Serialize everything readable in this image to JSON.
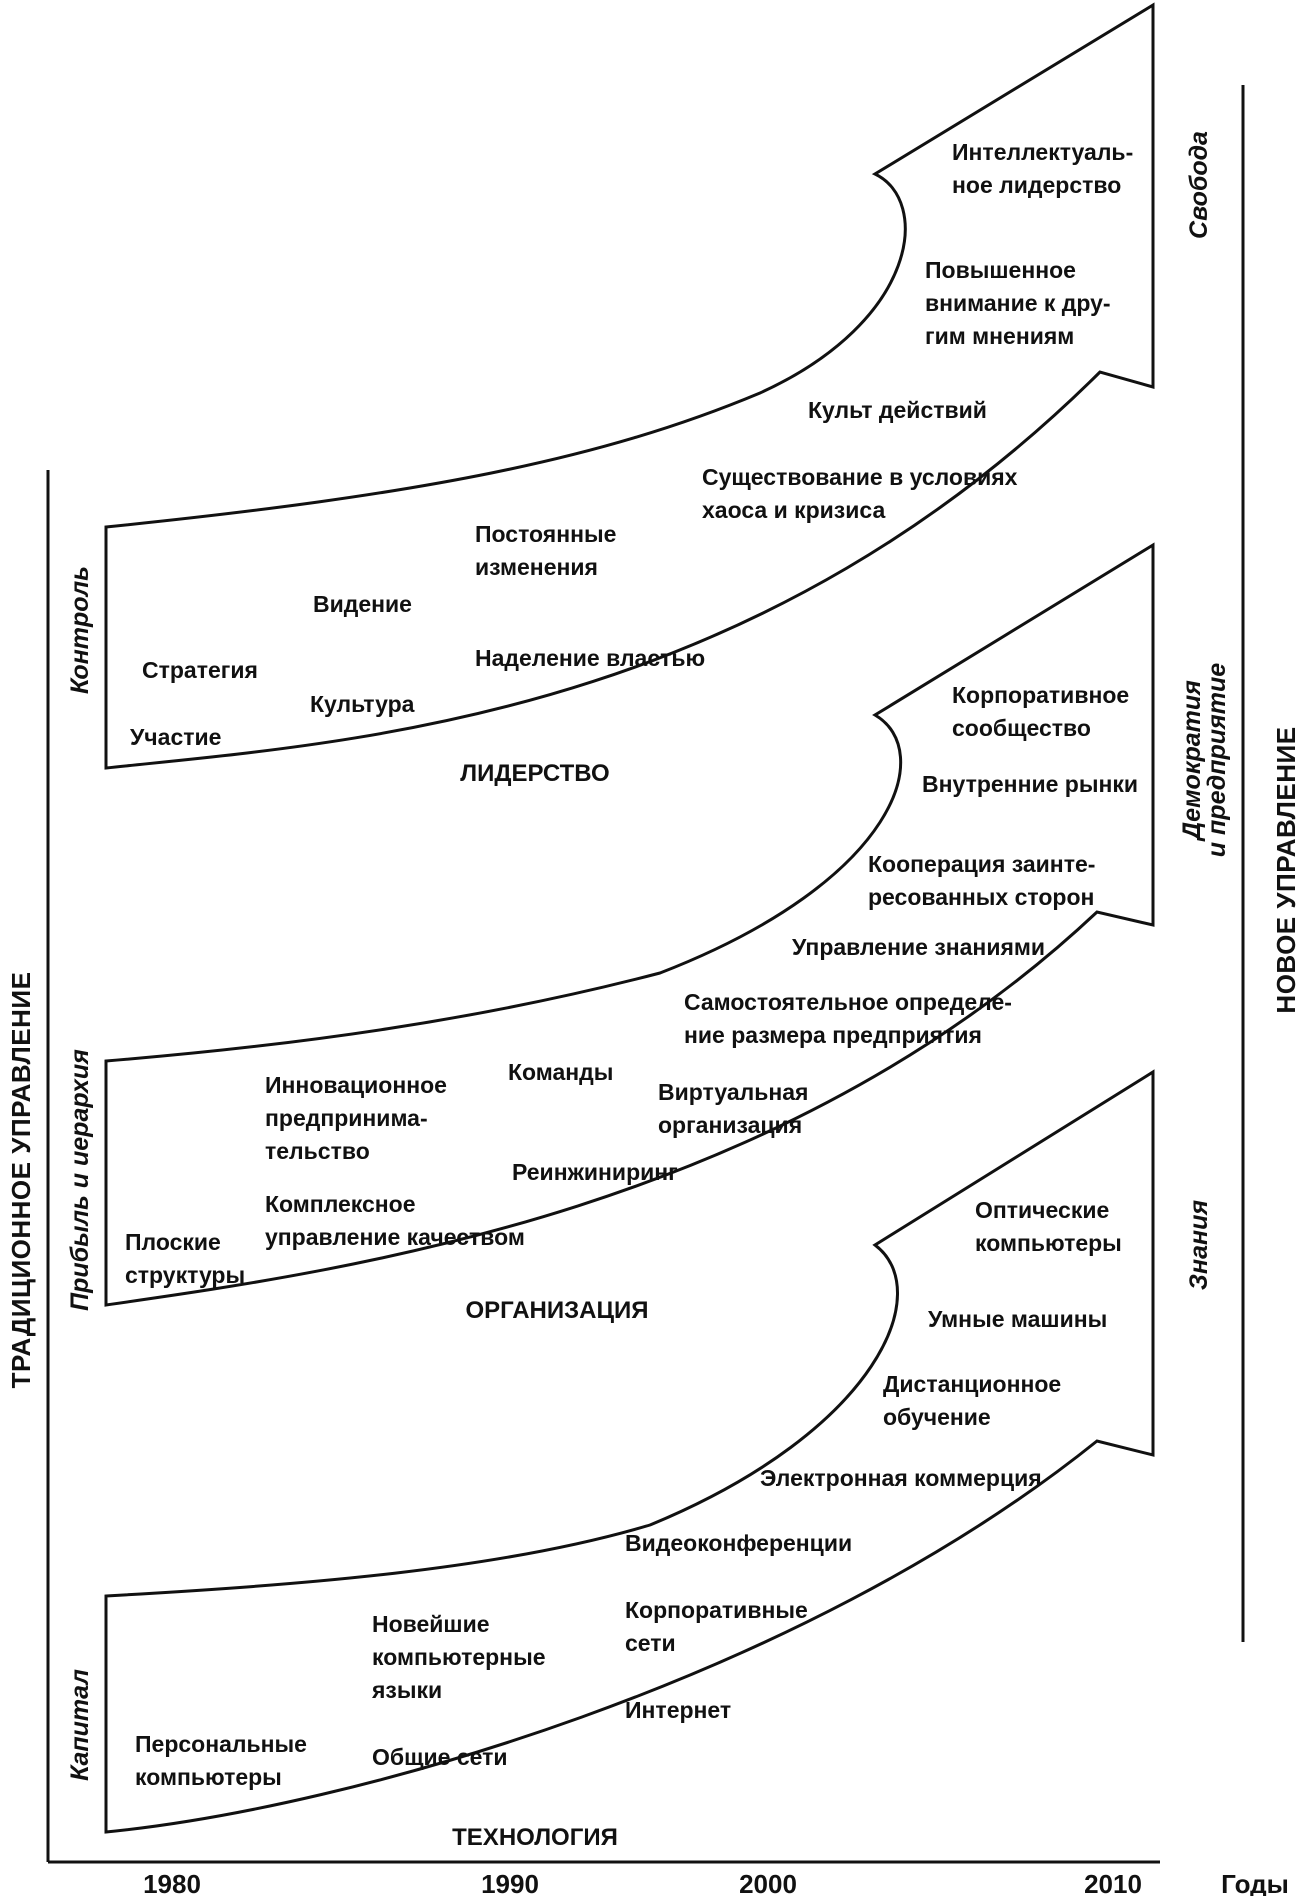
{
  "left_label": "ТРАДИЦИОННОЕ УПРАВЛЕНИЕ",
  "right_label": "НОВОЕ УПРАВЛЕНИЕ",
  "axis": {
    "ticks": [
      "1980",
      "1990",
      "2000",
      "2010"
    ],
    "unit": "Годы"
  },
  "arrows": {
    "leadership": {
      "name": "ЛИДЕРСТВО",
      "from": "Контроль",
      "to": "Свобода",
      "items": [
        {
          "lines": [
            "Интеллектуаль-",
            "ное лидерство"
          ]
        },
        {
          "lines": [
            "Повышенное",
            "внимание к дру-",
            "гим мнениям"
          ]
        },
        {
          "lines": [
            "Культ действий"
          ]
        },
        {
          "lines": [
            "Существование в условиях",
            "хаоса и кризиса"
          ]
        },
        {
          "lines": [
            "Постоянные",
            "изменения"
          ]
        },
        {
          "lines": [
            "Видение"
          ]
        },
        {
          "lines": [
            "Наделение властью"
          ]
        },
        {
          "lines": [
            "Стратегия"
          ]
        },
        {
          "lines": [
            "Культура"
          ]
        },
        {
          "lines": [
            "Участие"
          ]
        }
      ]
    },
    "organization": {
      "name": "ОРГАНИЗАЦИЯ",
      "from": "Прибыль и иерархия",
      "to": [
        "Демократия",
        "и предприятие"
      ],
      "items": [
        {
          "lines": [
            "Корпоративное",
            "сообщество"
          ]
        },
        {
          "lines": [
            "Внутренние рынки"
          ]
        },
        {
          "lines": [
            "Кооперация заинте-",
            "ресованных сторон"
          ]
        },
        {
          "lines": [
            "Управление знаниями"
          ]
        },
        {
          "lines": [
            "Самостоятельное определе-",
            "ние размера предприятия"
          ]
        },
        {
          "lines": [
            "Команды"
          ]
        },
        {
          "lines": [
            "Виртуальная",
            "организация"
          ]
        },
        {
          "lines": [
            "Инновационное",
            "предпринима-",
            "тельство"
          ]
        },
        {
          "lines": [
            "Реинжиниринг"
          ]
        },
        {
          "lines": [
            "Комплексное",
            "управление качеством"
          ]
        },
        {
          "lines": [
            "Плоские",
            "структуры"
          ]
        }
      ]
    },
    "technology": {
      "name": "ТЕХНОЛОГИЯ",
      "from": "Капитал",
      "to": "Знания",
      "items": [
        {
          "lines": [
            "Оптические",
            "компьютеры"
          ]
        },
        {
          "lines": [
            "Умные машины"
          ]
        },
        {
          "lines": [
            "Дистанционное",
            "обучение"
          ]
        },
        {
          "lines": [
            "Электронная коммерция"
          ]
        },
        {
          "lines": [
            "Видеоконференции"
          ]
        },
        {
          "lines": [
            "Корпоративные",
            "сети"
          ]
        },
        {
          "lines": [
            "Новейшие",
            "компьютерные",
            "языки"
          ]
        },
        {
          "lines": [
            "Интернет"
          ]
        },
        {
          "lines": [
            "Персональные",
            "компьютеры"
          ]
        },
        {
          "lines": [
            "Общие сети"
          ]
        }
      ]
    }
  }
}
